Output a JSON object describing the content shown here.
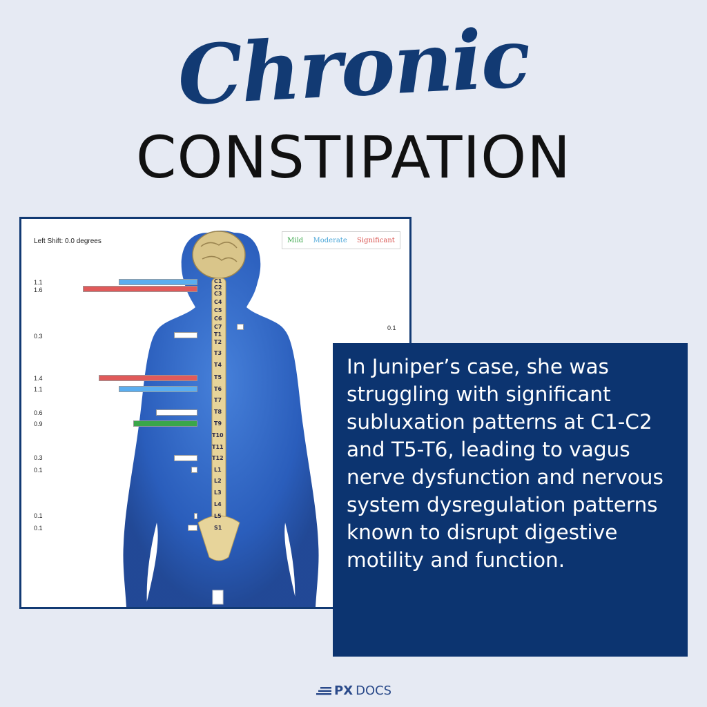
{
  "title": {
    "script": "Chronic",
    "main": "CONSTIPATION"
  },
  "scan": {
    "shift_label": "Left Shift: 0.0 degrees",
    "legend": {
      "mild": "Mild",
      "moderate": "Moderate",
      "significant": "Significant"
    },
    "left_values": [
      "1.1",
      "1.6",
      "0.3",
      "1.4",
      "1.1",
      "0.6",
      "0.9",
      "0.3",
      "0.1",
      "0.1",
      "0.1"
    ],
    "right_values": [
      "0.1"
    ],
    "vertebrae": [
      "C1",
      "C2",
      "C3",
      "C4",
      "C5",
      "C6",
      "C7",
      "T1",
      "T2",
      "T3",
      "T4",
      "T5",
      "T6",
      "T7",
      "T8",
      "T9",
      "T10",
      "T11",
      "T12",
      "L1",
      "L2",
      "L3",
      "L4",
      "L5",
      "S1"
    ],
    "colors": {
      "mild": "#3aa64a",
      "moderate": "#5aaef0",
      "significant": "#e05a5a",
      "none": "#ffffff"
    }
  },
  "case_text": "In Juniper’s case, she was struggling with significant subluxation patterns at C1-C2 and T5-T6, leading to vagus nerve dysfunction and nervous system dysregulation patterns known to disrupt digestive motility and function.",
  "brand": {
    "px": "PX",
    "docs": "DOCS"
  }
}
